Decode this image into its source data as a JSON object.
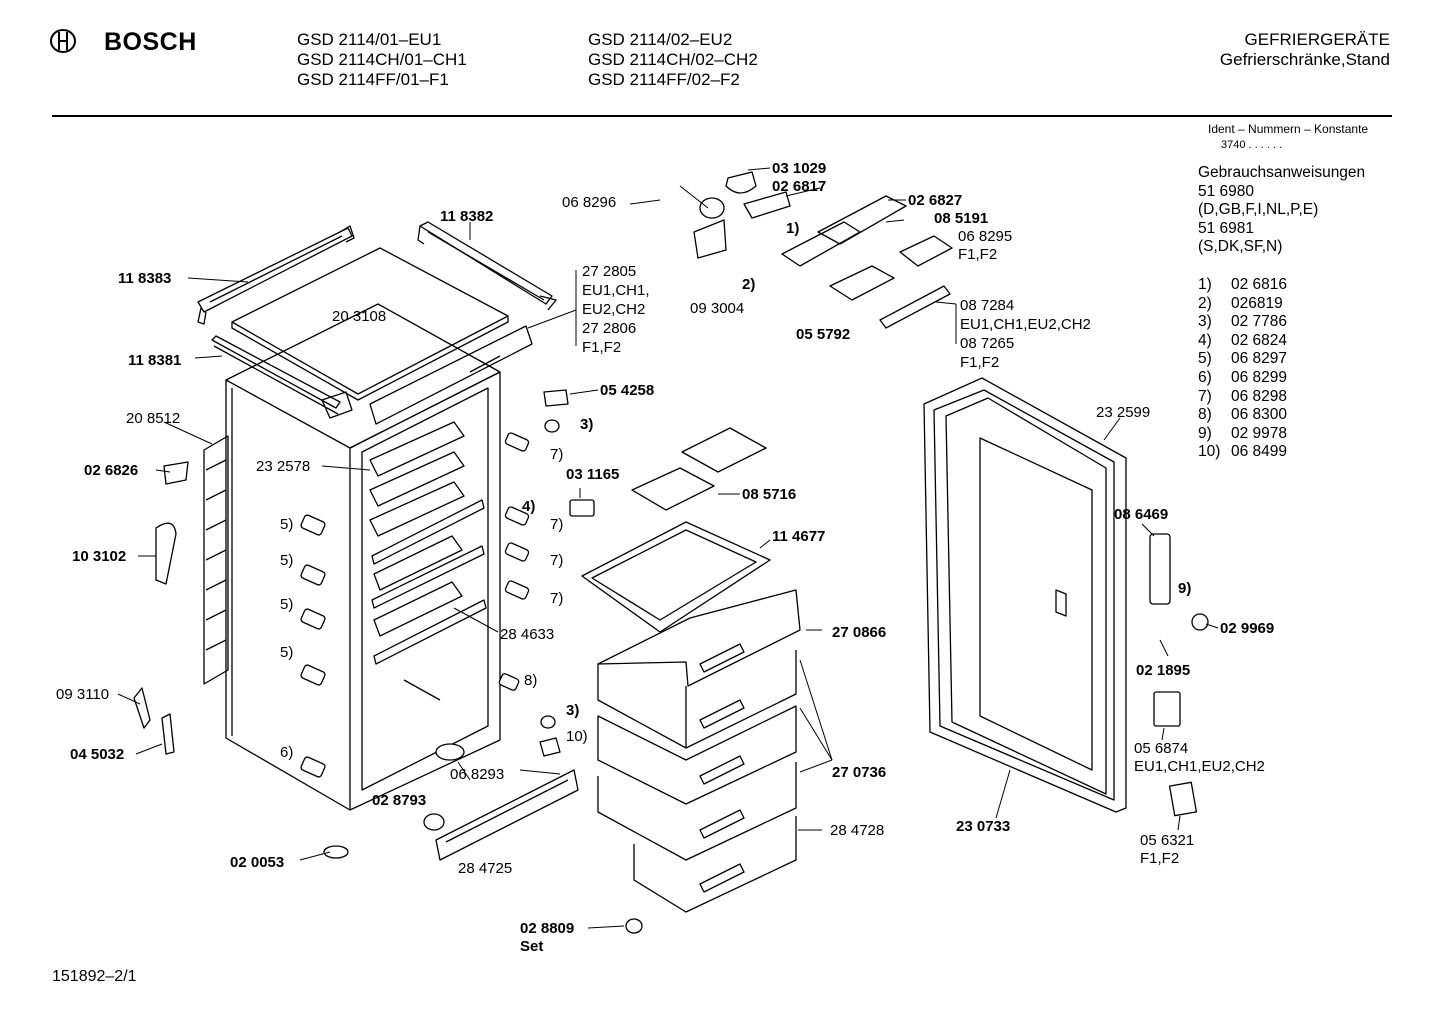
{
  "header": {
    "brand": "BOSCH",
    "models_col1": [
      "GSD 2114/01–EU1",
      "GSD 2114CH/01–CH1",
      "GSD 2114FF/01–F1"
    ],
    "models_col2": [
      "GSD 2114/02–EU2",
      "GSD 2114CH/02–CH2",
      "GSD 2114FF/02–F2"
    ],
    "category": "GEFRIERGERÄTE",
    "subcategory": "Gefrierschränke,Stand"
  },
  "sidebar": {
    "ident_title": "Ident – Nummern – Konstante",
    "ident_value": "3740  .  .  .  .  .  .",
    "manuals_title": "Gebrauchsanweisungen",
    "manuals": [
      "51 6980",
      "(D,GB,F,I,NL,P,E)",
      "51 6981",
      "(S,DK,SF,N)"
    ],
    "footnotes": [
      {
        "key": "1)",
        "part": "02 6816"
      },
      {
        "key": "2)",
        "part": "026819"
      },
      {
        "key": "3)",
        "part": "02 7786"
      },
      {
        "key": "4)",
        "part": "02 6824"
      },
      {
        "key": "5)",
        "part": "06 8297"
      },
      {
        "key": "6)",
        "part": "06 8299"
      },
      {
        "key": "7)",
        "part": "06 8298"
      },
      {
        "key": "8)",
        "part": "06 8300"
      },
      {
        "key": "9)",
        "part": "02 9978"
      },
      {
        "key": "10)",
        "part": "06 8499"
      }
    ]
  },
  "callouts": {
    "p118383": "11 8383",
    "p118382": "11 8382",
    "p203108": "20 3108",
    "p118381": "11 8381",
    "p208512": "20 8512",
    "p026826": "02 6826",
    "p103102": "10 3102",
    "p093110": "09 3110",
    "p045032": "04 5032",
    "p020053": "02 0053",
    "p232578": "23 2578",
    "p284633": "28 4633",
    "p028793": "02 8793",
    "p284725": "28 4725",
    "p068293": "06 8293",
    "p272805": "27 2805",
    "p272805_var": "EU1,CH1,",
    "p272805_var2": "EU2,CH2",
    "p272806": "27 2806",
    "p272806_var": "F1,F2",
    "p031029": "03 1029",
    "p026817": "02 6817",
    "p068296": "06 8296",
    "p026827": "02 6827",
    "p085191": "08 5191",
    "p068295": "06 8295",
    "p068295_var": "F1,F2",
    "p093004": "09 3004",
    "p055792": "05 5792",
    "p087284": "08 7284",
    "p087284_var": "EU1,CH1,EU2,CH2",
    "p087265": "08 7265",
    "p087265_var": "F1,F2",
    "p054258": "05 4258",
    "p031165": "03 1165",
    "p085716": "08 5716",
    "p114677": "11 4677",
    "p270866": "27 0866",
    "p270736": "27 0736",
    "p284728": "28 4728",
    "p028809": "02 8809",
    "p028809_set": "Set",
    "p232599": "23 2599",
    "p086469": "08 6469",
    "p029969": "02 9969",
    "p021895": "02 1895",
    "p056874": "05 6874",
    "p056874_var": "EU1,CH1,EU2,CH2",
    "p056321": "05 6321",
    "p056321_var": "F1,F2",
    "p230733": "23 0733",
    "ref1": "1)",
    "ref2": "2)",
    "ref3a": "3)",
    "ref3b": "3)",
    "ref4": "4)",
    "ref5a": "5)",
    "ref5b": "5)",
    "ref5c": "5)",
    "ref5d": "5)",
    "ref6": "6)",
    "ref7a": "7)",
    "ref7b": "7)",
    "ref7c": "7)",
    "ref7d": "7)",
    "ref8": "8)",
    "ref9": "9)",
    "ref10": "10)"
  },
  "footer": {
    "doc_number": "151892–2/1"
  }
}
